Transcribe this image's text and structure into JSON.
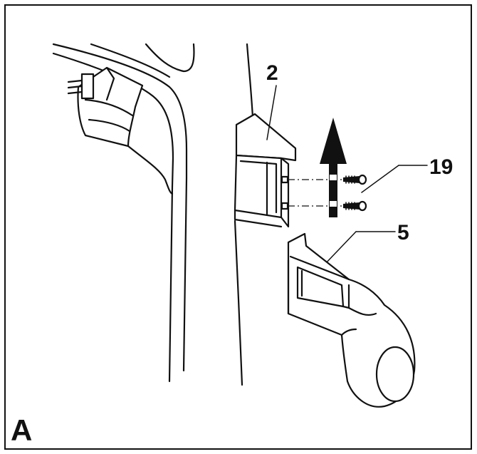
{
  "labels": {
    "part_2": "2",
    "part_19": "19",
    "part_5": "5",
    "panel": "A"
  },
  "colors": {
    "ink": "#111111",
    "background": "#ffffff"
  },
  "icons": {
    "direction": "arrow-up-icon",
    "fastener": "screw-icon"
  }
}
